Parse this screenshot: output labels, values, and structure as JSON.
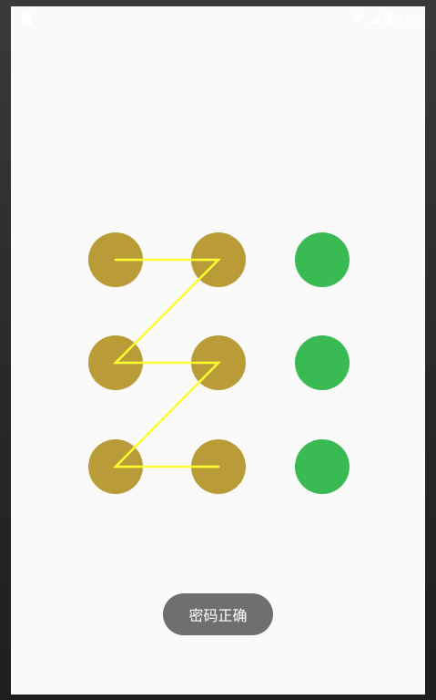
{
  "status_bar": {
    "time": "3:00",
    "left_icon": "sim-card-icon",
    "icons": [
      "wifi-icon",
      "signal-icon",
      "battery-icon"
    ]
  },
  "pattern_lock": {
    "selected_nodes": [
      1,
      2,
      4,
      5,
      7,
      8
    ],
    "path_order": [
      1,
      2,
      4,
      5,
      7,
      8
    ],
    "colors": {
      "selected": "#b99c38",
      "unselected": "#3aba52",
      "line": "#ffff33"
    }
  },
  "toast": {
    "message": "密码正确"
  }
}
